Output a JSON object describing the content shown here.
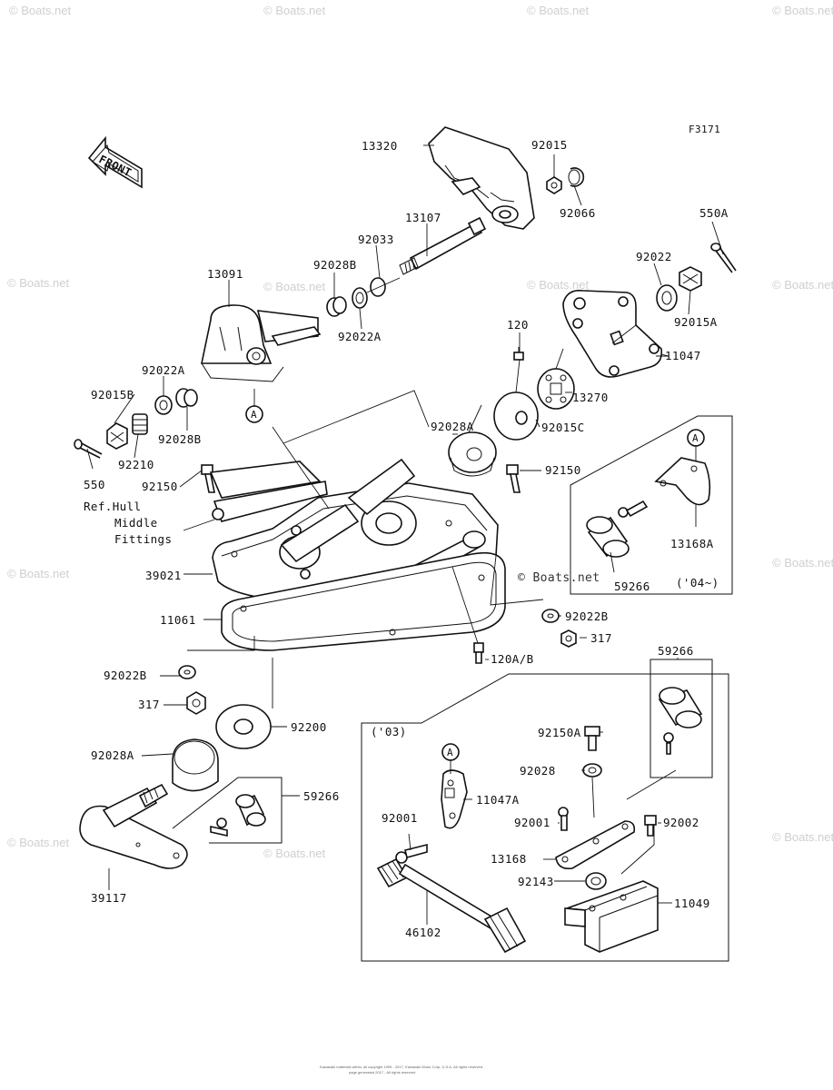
{
  "figure_code": "F3171",
  "front_label": "FRONT",
  "ref_note": [
    "Ref.Hull",
    "Middle",
    "Fittings"
  ],
  "year_notes": {
    "y04": "('04~)",
    "y03": "('03)"
  },
  "callout": "A",
  "watermark": "© Boats.net",
  "footer": [
    "Kawasaki materials within, all copyright 1995 - 2017, Kawasaki Motor Corp, U.S.A. All rights reserved.",
    "page generated 2017 - All rights reserved"
  ],
  "parts": {
    "p13320": "13320",
    "p92015": "92015",
    "p92066": "92066",
    "p13107": "13107",
    "p92033": "92033",
    "p550A": "550A",
    "p13091": "13091",
    "p92028B_top": "92028B",
    "p92022": "92022",
    "p92015A": "92015A",
    "p92022A_mid": "92022A",
    "p11047": "11047",
    "p120": "120",
    "p92022A_left": "92022A",
    "p92015B": "92015B",
    "p13270": "13270",
    "p92028A_mid": "92028A",
    "p92015C": "92015C",
    "p92028B_left": "92028B",
    "p92210": "92210",
    "p550": "550",
    "p92150_left": "92150",
    "p92150_right": "92150",
    "p13168A": "13168A",
    "p39021": "39021",
    "p59266_box": "59266",
    "p11061": "11061",
    "p92022B_right": "92022B",
    "p317_right": "317",
    "p120AB": "120A/B",
    "p59266_right": "59266",
    "p92022B_left": "92022B",
    "p317_left": "317",
    "p92200": "92200",
    "p92150A": "92150A",
    "p92028A_low": "92028A",
    "p92028": "92028",
    "p59266_low": "59266",
    "p11047A": "11047A",
    "p92001_left": "92001",
    "p92001_right": "92001",
    "p92002": "92002",
    "p39117": "39117",
    "p13168": "13168",
    "p92143": "92143",
    "p11049": "11049",
    "p46102": "46102"
  }
}
